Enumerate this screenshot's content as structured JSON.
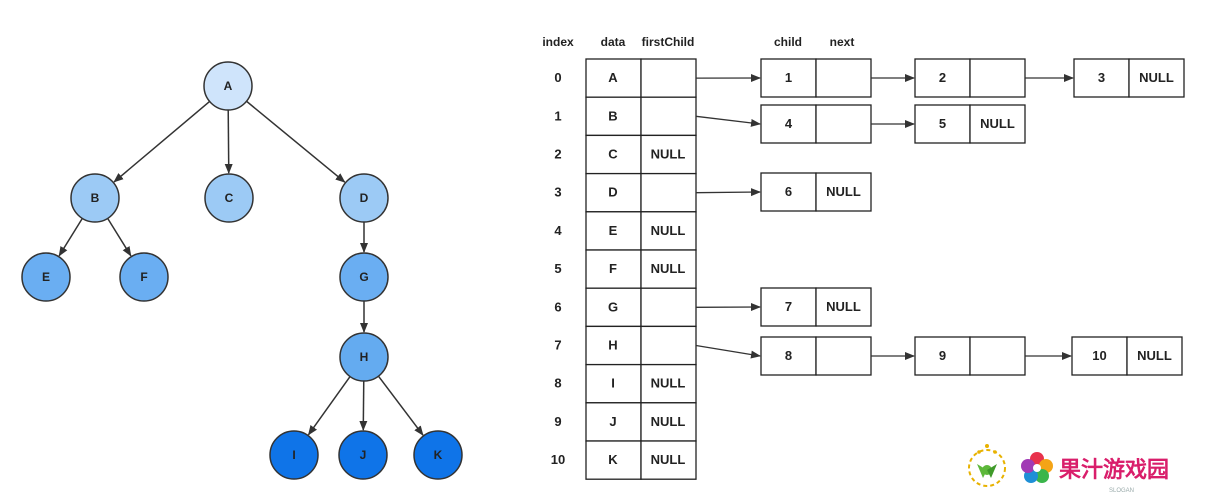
{
  "tree": {
    "nodes": [
      {
        "id": "A",
        "label": "A",
        "level": 0
      },
      {
        "id": "B",
        "label": "B",
        "level": 1
      },
      {
        "id": "C",
        "label": "C",
        "level": 1
      },
      {
        "id": "D",
        "label": "D",
        "level": 1
      },
      {
        "id": "E",
        "label": "E",
        "level": 2
      },
      {
        "id": "F",
        "label": "F",
        "level": 2
      },
      {
        "id": "G",
        "label": "G",
        "level": 2
      },
      {
        "id": "H",
        "label": "H",
        "level": 3
      },
      {
        "id": "I",
        "label": "I",
        "level": 4
      },
      {
        "id": "J",
        "label": "J",
        "level": 4
      },
      {
        "id": "K",
        "label": "K",
        "level": 4
      }
    ],
    "edges": [
      [
        "A",
        "B"
      ],
      [
        "A",
        "C"
      ],
      [
        "A",
        "D"
      ],
      [
        "B",
        "E"
      ],
      [
        "B",
        "F"
      ],
      [
        "D",
        "G"
      ],
      [
        "G",
        "H"
      ],
      [
        "H",
        "I"
      ],
      [
        "H",
        "J"
      ],
      [
        "H",
        "K"
      ]
    ],
    "level_colors": [
      "#cfe4fb",
      "#9ccaf5",
      "#6aaef2",
      "#64abf0",
      "#0f74e8"
    ]
  },
  "table": {
    "headers": {
      "index": "index",
      "data": "data",
      "firstChild": "firstChild",
      "child": "child",
      "next": "next"
    },
    "rows": [
      {
        "index": "0",
        "data": "A",
        "firstChild": "",
        "children": [
          {
            "child": "1",
            "next": ""
          },
          {
            "child": "2",
            "next": ""
          },
          {
            "child": "3",
            "next": "NULL"
          }
        ]
      },
      {
        "index": "1",
        "data": "B",
        "firstChild": "",
        "children": [
          {
            "child": "4",
            "next": ""
          },
          {
            "child": "5",
            "next": "NULL"
          }
        ]
      },
      {
        "index": "2",
        "data": "C",
        "firstChild": "NULL",
        "children": []
      },
      {
        "index": "3",
        "data": "D",
        "firstChild": "",
        "children": [
          {
            "child": "6",
            "next": "NULL"
          }
        ]
      },
      {
        "index": "4",
        "data": "E",
        "firstChild": "NULL",
        "children": []
      },
      {
        "index": "5",
        "data": "F",
        "firstChild": "NULL",
        "children": []
      },
      {
        "index": "6",
        "data": "G",
        "firstChild": "",
        "children": [
          {
            "child": "7",
            "next": "NULL"
          }
        ]
      },
      {
        "index": "7",
        "data": "H",
        "firstChild": "",
        "children": [
          {
            "child": "8",
            "next": ""
          },
          {
            "child": "9",
            "next": ""
          },
          {
            "child": "10",
            "next": "NULL"
          }
        ]
      },
      {
        "index": "8",
        "data": "I",
        "firstChild": "NULL",
        "children": []
      },
      {
        "index": "9",
        "data": "J",
        "firstChild": "NULL",
        "children": []
      },
      {
        "index": "10",
        "data": "K",
        "firstChild": "NULL",
        "children": []
      }
    ]
  },
  "watermark": {
    "title": "果汁游戏园",
    "subtitle": "SLOGAN",
    "accent_color": "#d91e6b"
  }
}
